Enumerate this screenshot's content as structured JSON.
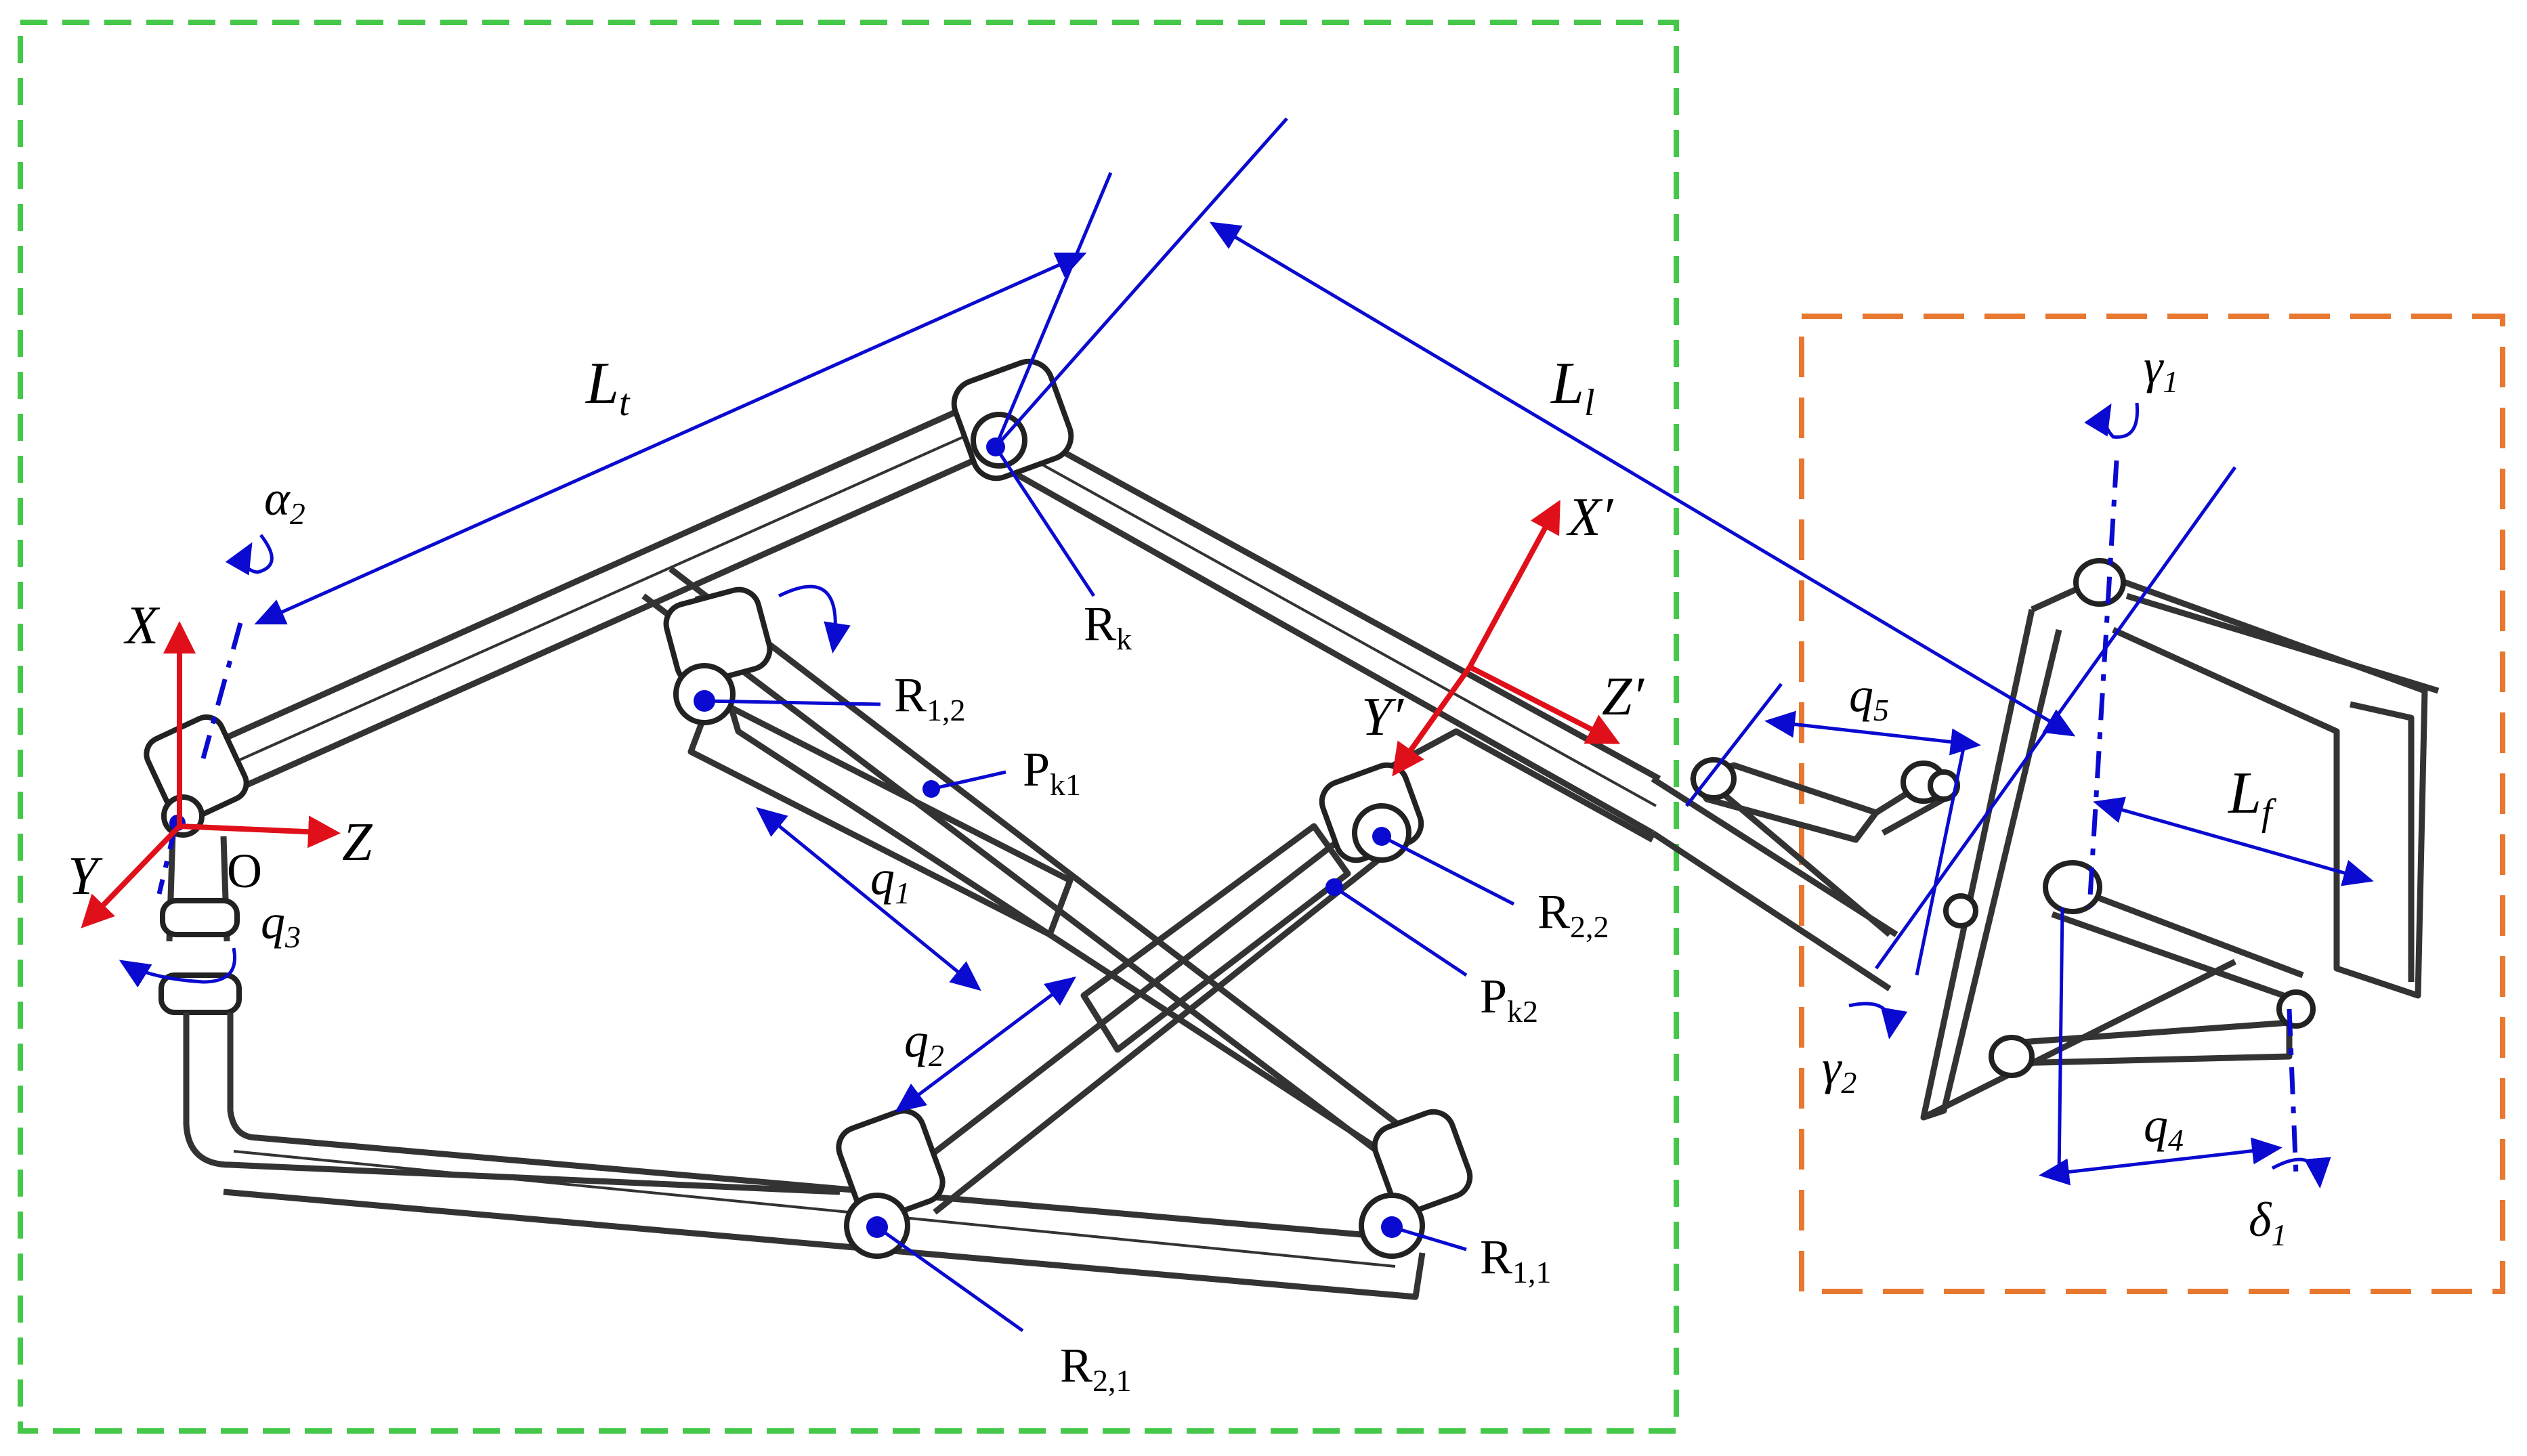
{
  "colors": {
    "left_box": "#45c84a",
    "right_box": "#e87830",
    "dimension_lines": "#0a0ad0",
    "frame_axes": "#e0101a",
    "mechanism": "#333333"
  },
  "labels": {
    "Lt": "L",
    "Lt_sub": "t",
    "Ll": "L",
    "Ll_sub": "l",
    "Lf": "L",
    "Lf_sub": "f",
    "alpha2": "α",
    "alpha2_sub": "2",
    "X": "X",
    "Y": "Y",
    "Z": "Z",
    "O": "O",
    "q3": "q",
    "q3_sub": "3",
    "q1": "q",
    "q1_sub": "1",
    "q2": "q",
    "q2_sub": "2",
    "q4": "q",
    "q4_sub": "4",
    "q5": "q",
    "q5_sub": "5",
    "Rk": "R",
    "Rk_sub": "k",
    "R12": "R",
    "R12_sub": "1,2",
    "R22": "R",
    "R22_sub": "2,2",
    "R21": "R",
    "R21_sub": "2,1",
    "R11": "R",
    "R11_sub": "1,1",
    "Pk1": "P",
    "Pk1_sub": "k1",
    "Pk2": "P",
    "Pk2_sub": "k2",
    "Xp": "X′",
    "Yp": "Y′",
    "Zp": "Z′",
    "gamma1": "γ",
    "gamma1_sub": "1",
    "gamma2": "γ",
    "gamma2_sub": "2",
    "delta1": "δ",
    "delta1_sub": "1"
  }
}
